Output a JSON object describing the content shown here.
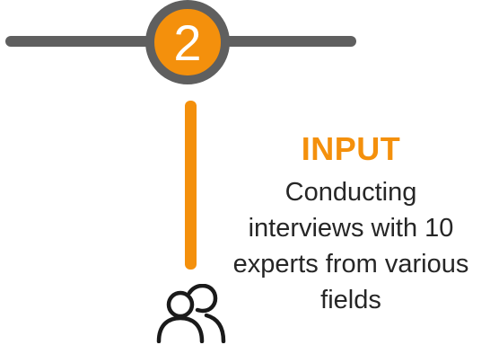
{
  "colors": {
    "accent": "#F4900C",
    "bar": "#5F5F5F",
    "text": "#262626",
    "icon": "#1A1A1A"
  },
  "step": {
    "number": "2"
  },
  "icon": "people-icon",
  "content": {
    "heading": "INPUT",
    "lines": [
      "Conducting",
      "interviews with 10",
      "experts from various",
      "fields"
    ]
  }
}
